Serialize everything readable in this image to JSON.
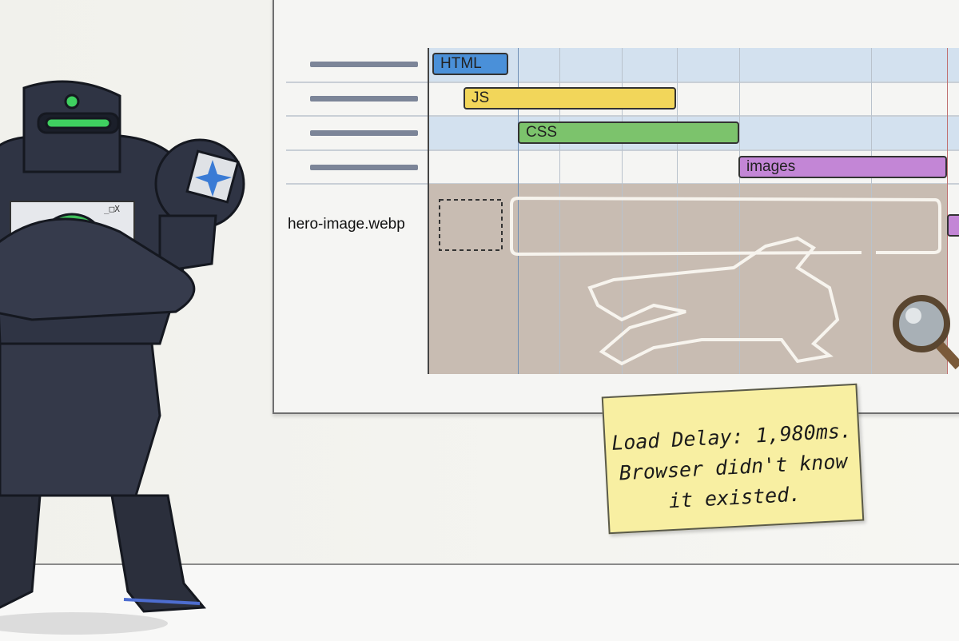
{
  "waterfall": {
    "rows": [
      {
        "bar_label": "HTML",
        "color": "#4a90d9"
      },
      {
        "bar_label": "JS",
        "color": "#f2d65a"
      },
      {
        "bar_label": "CSS",
        "color": "#7cc36c"
      },
      {
        "bar_label": "images",
        "color": "#c386d6"
      }
    ],
    "hero_label": "hero-image.webp",
    "hero_fill": "#c8bcb2"
  },
  "note": {
    "lines": [
      "Load Delay: 1,980ms.",
      "Browser didn't know",
      "it existed."
    ],
    "color": "#f8efa2"
  },
  "robot": {
    "chest_window_controls": "_□X",
    "accent": "#3fbf5a",
    "shoulder_badge": "sparkle-icon"
  }
}
